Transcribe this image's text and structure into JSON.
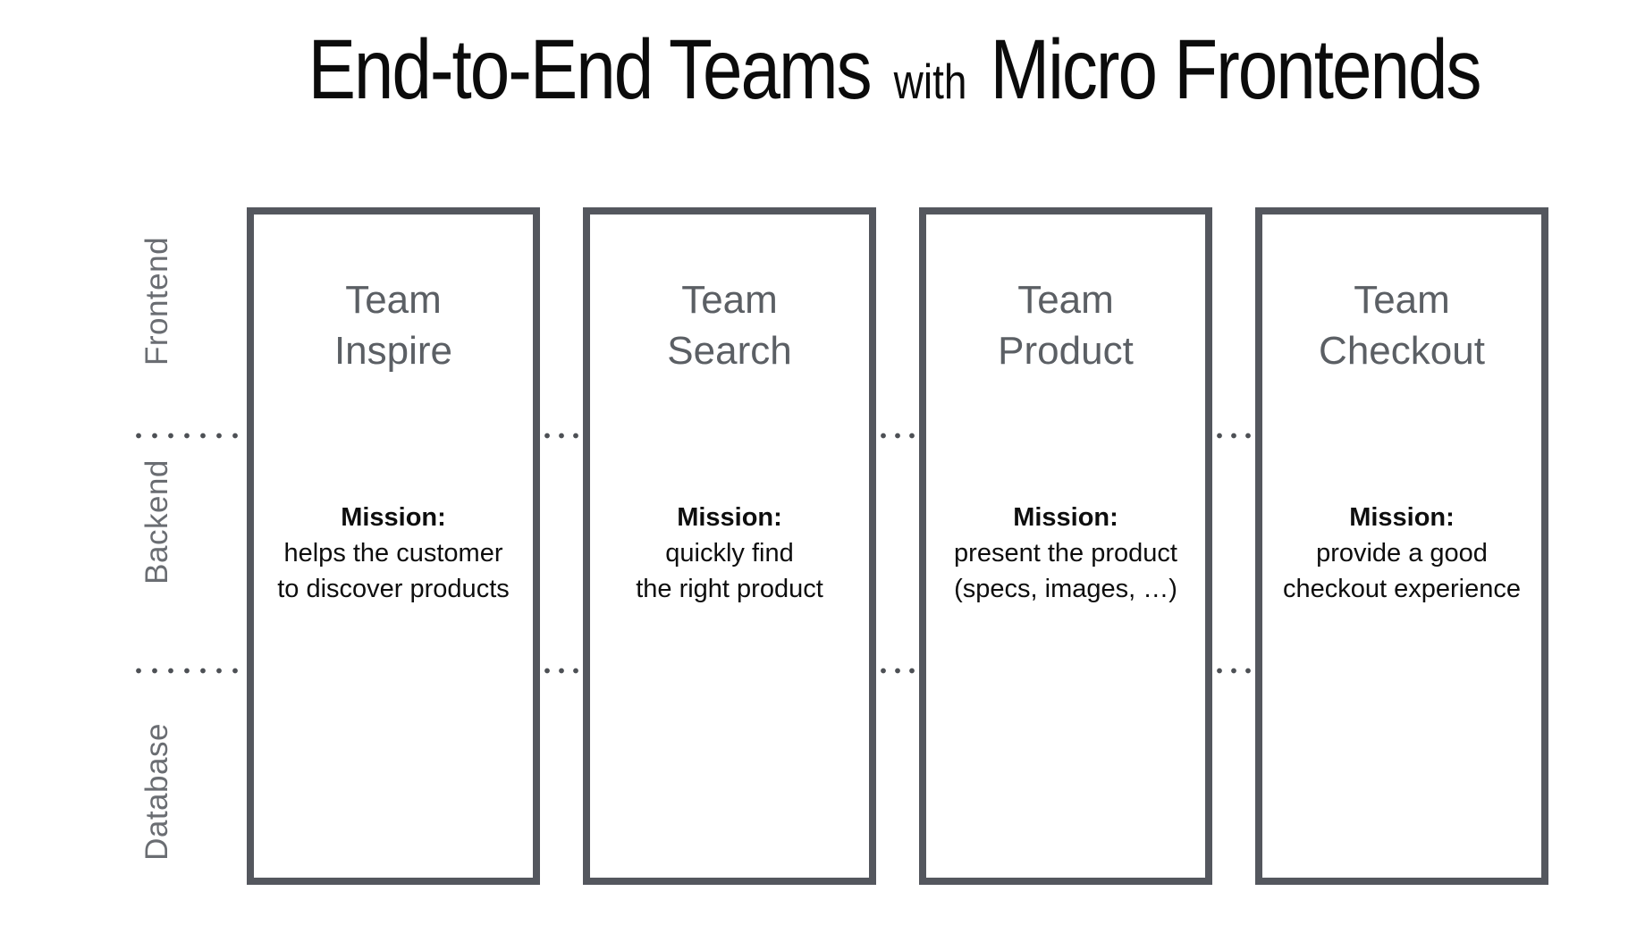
{
  "title": {
    "part1": "End-to-End Teams",
    "part2": "with",
    "part3": "Micro Frontends"
  },
  "layers": [
    {
      "label": "Frontend"
    },
    {
      "label": "Backend"
    },
    {
      "label": "Database"
    }
  ],
  "teams": [
    {
      "name": "Team\nInspire",
      "mission_label": "Mission:",
      "mission": "helps the customer\nto discover products"
    },
    {
      "name": "Team\nSearch",
      "mission_label": "Mission:",
      "mission": "quickly find\nthe right product"
    },
    {
      "name": "Team\nProduct",
      "mission_label": "Mission:",
      "mission": "present the product\n(specs, images, …)"
    },
    {
      "name": "Team\nCheckout",
      "mission_label": "Mission:",
      "mission": "provide a good\ncheckout experience"
    }
  ],
  "colors": {
    "box_border": "#54575E",
    "team_name_text": "#5B5F64",
    "layer_label_text": "#6A6D72",
    "dot_color": "#4D5055",
    "title_text": "#0B0B0B",
    "mission_text": "#0E0E0E",
    "background": "#FFFFFF"
  }
}
